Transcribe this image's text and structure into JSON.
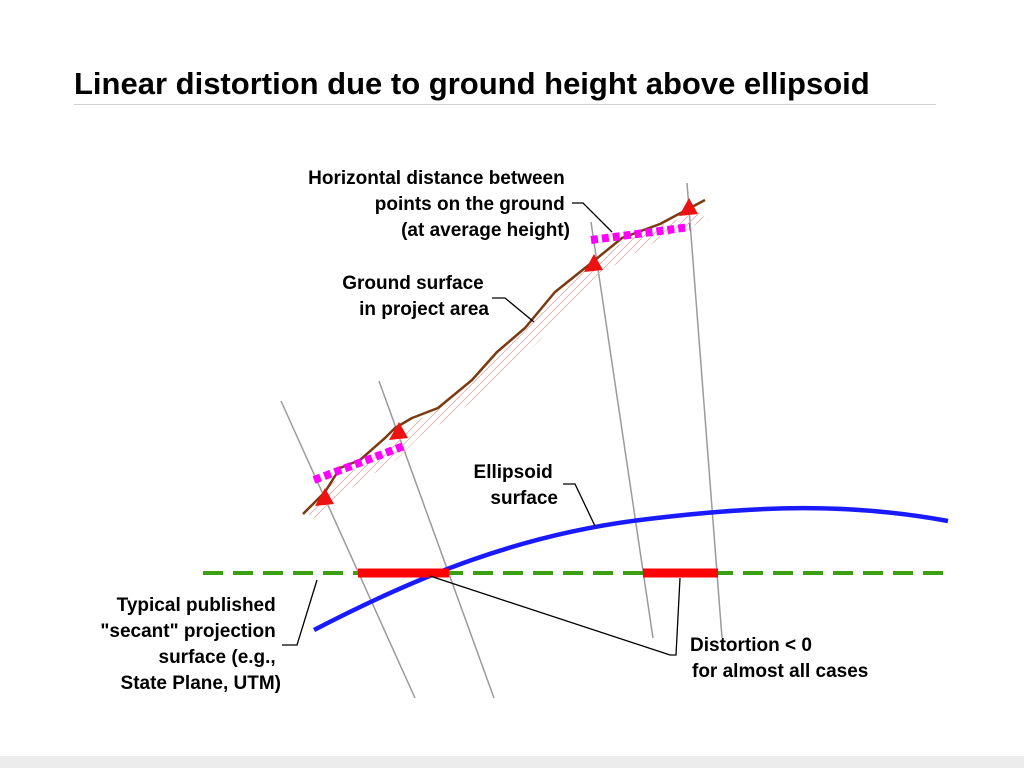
{
  "title": "Linear distortion due to ground height above ellipsoid",
  "labels": {
    "horizontal_distance": [
      "Horizontal distance between",
      "points on the ground",
      "(at average height)"
    ],
    "ground_surface": [
      "Ground surface",
      "in project area"
    ],
    "ellipsoid": [
      "Ellipsoid",
      "surface"
    ],
    "secant": [
      "Typical published",
      "\"secant\" projection",
      "surface (e.g.,",
      "State Plane, UTM)"
    ],
    "distortion": [
      "Distortion < 0",
      "for almost all cases"
    ]
  },
  "colors": {
    "ground": "#7a3a12",
    "ellipsoid": "#1a1aff",
    "secant": "#3aa012",
    "distortion_segment": "#ff0000",
    "height_marker": "#ff00ff",
    "point_marker": "#ee1111",
    "normal_line": "#9a9a9a"
  }
}
